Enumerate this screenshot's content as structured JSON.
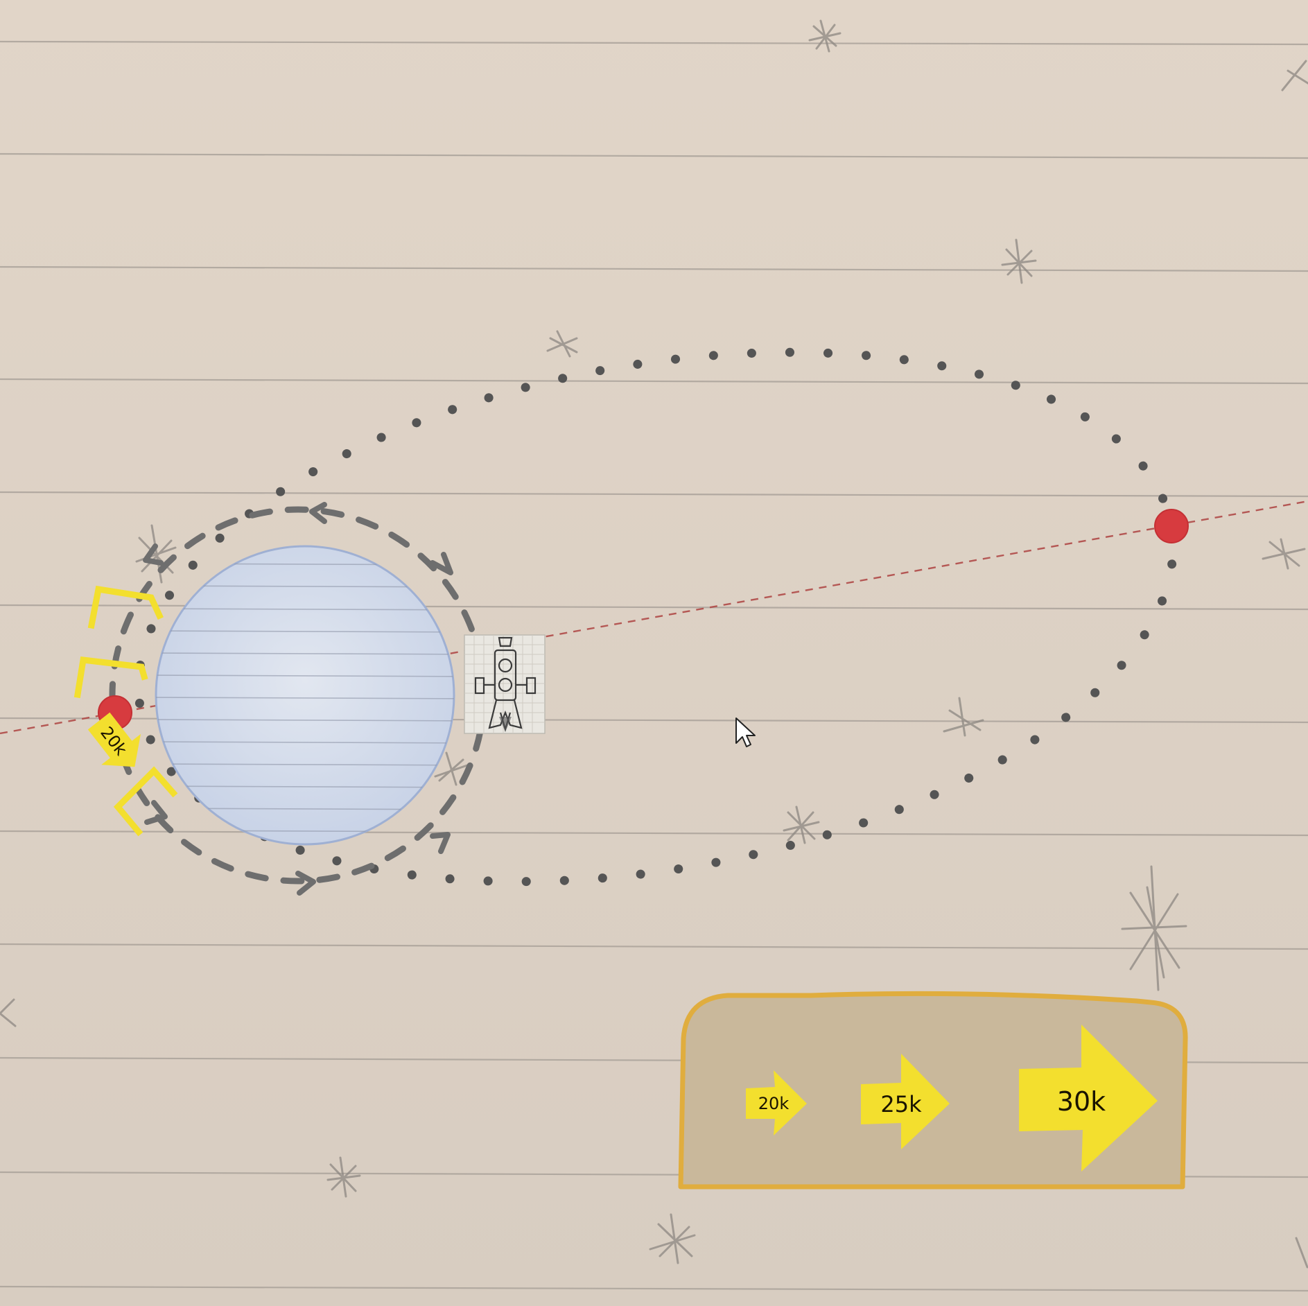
{
  "player_thrust_marker": {
    "label": "20k"
  },
  "thrust_panel": {
    "buttons": [
      {
        "label": "20k"
      },
      {
        "label": "25k"
      },
      {
        "label": "30k"
      }
    ]
  },
  "colors": {
    "paper": "#ddd2c6",
    "paper_line": "#a9a199",
    "planet_fill": "#cdd7e8",
    "planet_outline": "#9fb0d3",
    "orbit_dots": "#555555",
    "current_orbit_dash": "#6e6e6e",
    "apsis_line": "#b04a47",
    "apsis_point": "#d73b3f",
    "thrust_yellow": "#f3df2e",
    "panel_fill": "#c9b89b",
    "panel_border": "#e0ad3e",
    "pencil": "#8d8782"
  },
  "icons": {
    "planet": "planet-icon",
    "rocket": "rocket-icon",
    "cursor": "cursor-arrow-icon",
    "star": "pencil-star-icon",
    "thrust": "thrust-arrow-icon",
    "bracket": "target-bracket-icon"
  }
}
